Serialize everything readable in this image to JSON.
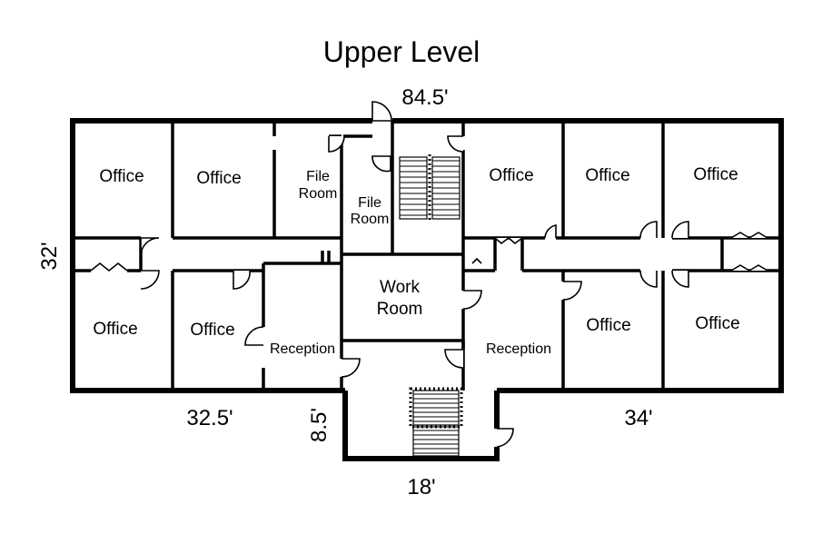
{
  "title": "Upper Level",
  "dimensions": {
    "top": "84.5'",
    "left": "32'",
    "bottom_left": "32.5'",
    "notch": "8.5'",
    "bottom_center": "18'",
    "bottom_right": "34'"
  },
  "rooms": {
    "office_1": "Office",
    "office_2": "Office",
    "file_room_1_line1": "File",
    "file_room_1_line2": "Room",
    "file_room_2_line1": "File",
    "file_room_2_line2": "Room",
    "office_3": "Office",
    "office_4": "Office",
    "office_5": "Office",
    "office_6": "Office",
    "office_7": "Office",
    "work_room_line1": "Work",
    "work_room_line2": "Room",
    "reception_left": "Reception",
    "reception_right": "Reception",
    "office_8": "Office",
    "office_9": "Office"
  }
}
